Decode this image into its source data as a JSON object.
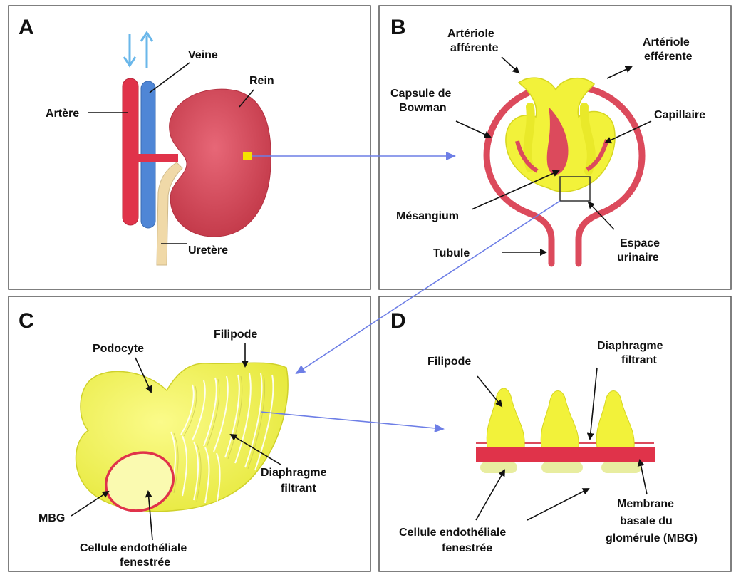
{
  "panels": {
    "a": {
      "letter": "A",
      "veine": "Veine",
      "rein": "Rein",
      "artere": "Artère",
      "uretere": "Uretère"
    },
    "b": {
      "letter": "B",
      "arteriole_afferente_1": "Artériole",
      "arteriole_afferente_2": "afférente",
      "arteriole_efferente_1": "Artériole",
      "arteriole_efferente_2": "efférente",
      "capsule_1": "Capsule de",
      "capsule_2": "Bowman",
      "capillaire": "Capillaire",
      "mesangium": "Mésangium",
      "espace_1": "Espace",
      "espace_2": "urinaire",
      "tubule": "Tubule"
    },
    "c": {
      "letter": "C",
      "podocyte": "Podocyte",
      "filipode": "Filipode",
      "diaphragme_1": "Diaphragme",
      "diaphragme_2": "filtrant",
      "mbg": "MBG",
      "cellule_1": "Cellule endothéliale",
      "cellule_2": "fenestrée"
    },
    "d": {
      "letter": "D",
      "filipode": "Filipode",
      "diaphragme_1": "Diaphragme",
      "diaphragme_2": "filtrant",
      "cellule_1": "Cellule endothéliale",
      "cellule_2": "fenestrée",
      "membrane_1": "Membrane",
      "membrane_2": "basale du",
      "membrane_3": "glomérule (MBG)"
    }
  },
  "colors": {
    "artery_red": "#e0334a",
    "vein_blue": "#4f86d6",
    "kidney": "#d84a5a",
    "ureter": "#f0d9a8",
    "capillary_yellow": "#f2f23a",
    "capsule_red": "#dc4a5c",
    "link_blue": "#6d7ee6"
  }
}
